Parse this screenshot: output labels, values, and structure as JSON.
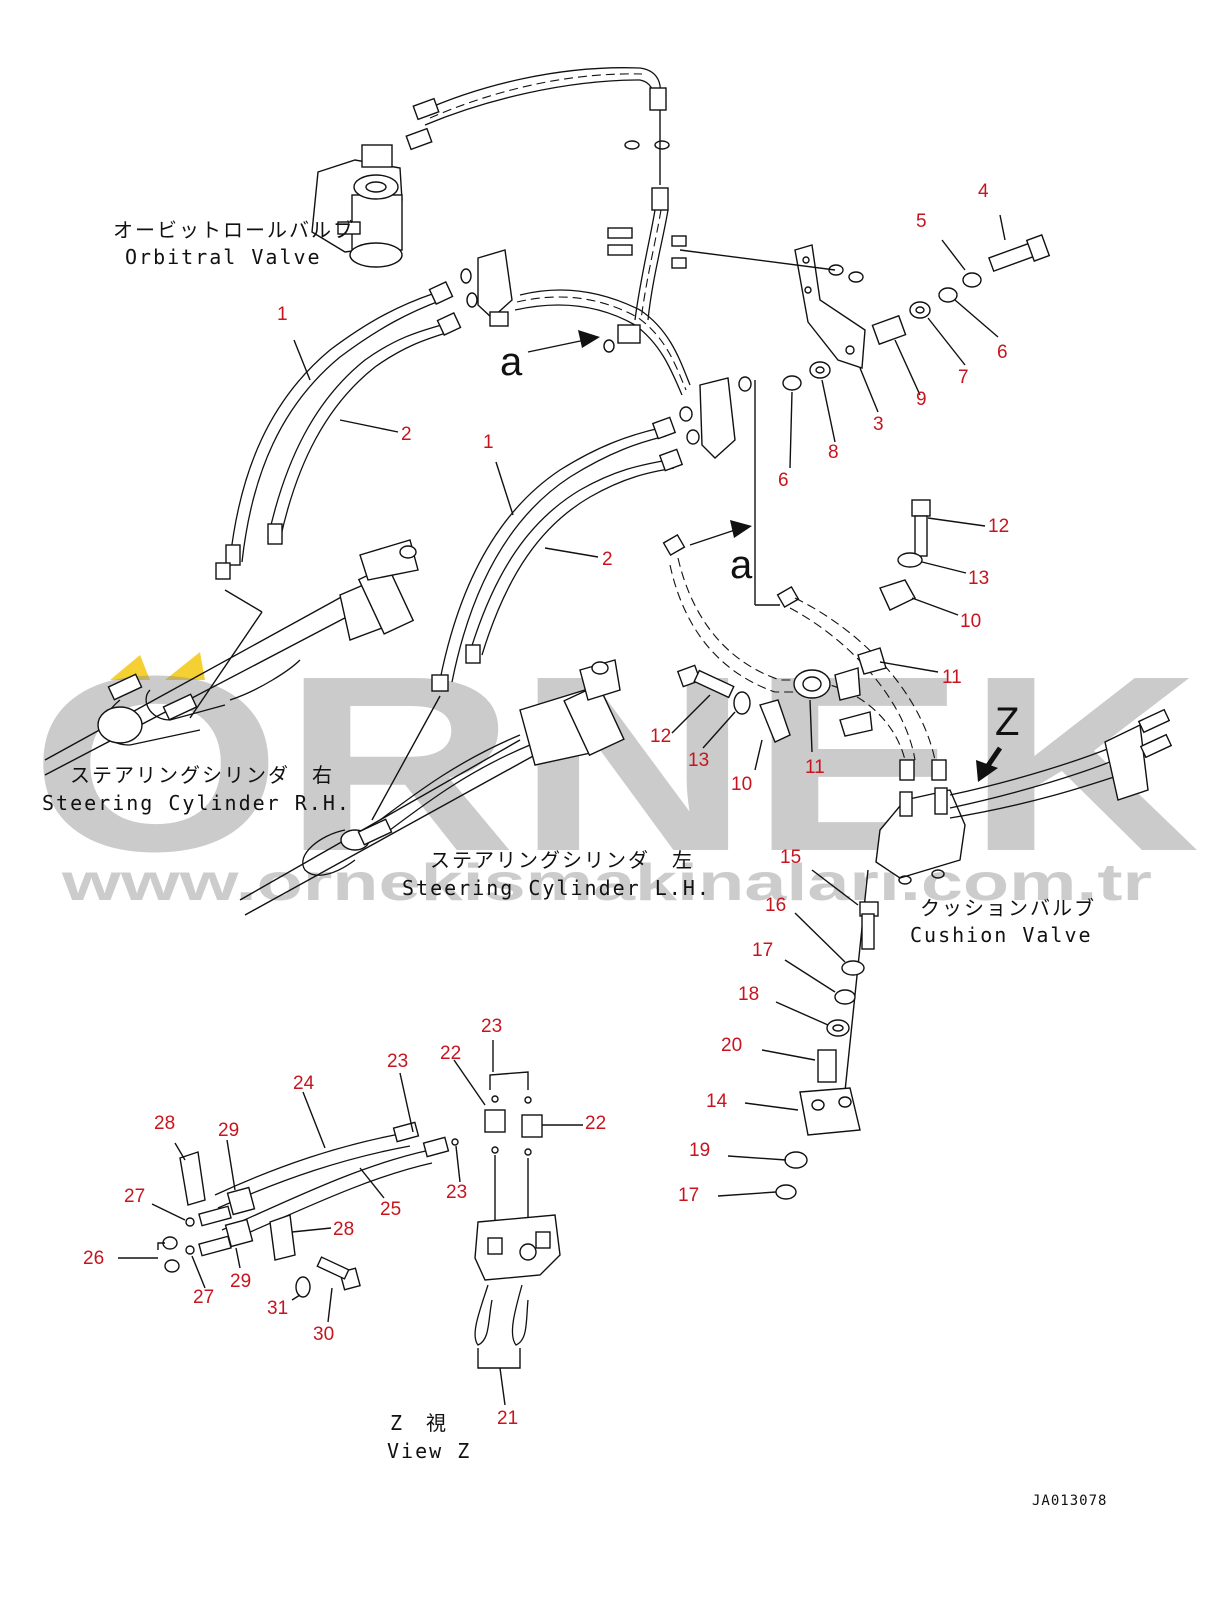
{
  "labels": {
    "orbitral_jp": "オービットロールバルブ",
    "orbitral_en": "Orbitral Valve",
    "cyl_rh_jp": "ステアリングシリンダ　右",
    "cyl_rh_en": "Steering Cylinder R.H.",
    "cyl_lh_jp": "ステアリングシリンダ　左",
    "cyl_lh_en": "Steering Cylinder L.H.",
    "cushion_jp": "クッションバルブ",
    "cushion_en": "Cushion Valve",
    "view_jp": "Z　視",
    "view_en": "View Z",
    "view_arrow_letter": "Z",
    "ref_a_top": "a",
    "ref_a_mid": "a",
    "drawing_code": "JA013078"
  },
  "watermark": {
    "brand": "ORNEK",
    "url": "www.ornekismakinalari.com.tr",
    "color": "#8e8e8e",
    "accent": "#f2c400"
  },
  "callouts": [
    {
      "id": "c-1a",
      "text": "1"
    },
    {
      "id": "c-2a",
      "text": "2"
    },
    {
      "id": "c-1b",
      "text": "1"
    },
    {
      "id": "c-2b",
      "text": "2"
    },
    {
      "id": "c-3",
      "text": "3"
    },
    {
      "id": "c-4",
      "text": "4"
    },
    {
      "id": "c-5",
      "text": "5"
    },
    {
      "id": "c-6a",
      "text": "6"
    },
    {
      "id": "c-6b",
      "text": "6"
    },
    {
      "id": "c-7",
      "text": "7"
    },
    {
      "id": "c-8",
      "text": "8"
    },
    {
      "id": "c-9",
      "text": "9"
    },
    {
      "id": "c-10a",
      "text": "10"
    },
    {
      "id": "c-10b",
      "text": "10"
    },
    {
      "id": "c-11a",
      "text": "11"
    },
    {
      "id": "c-11b",
      "text": "11"
    },
    {
      "id": "c-12a",
      "text": "12"
    },
    {
      "id": "c-12b",
      "text": "12"
    },
    {
      "id": "c-13a",
      "text": "13"
    },
    {
      "id": "c-13b",
      "text": "13"
    },
    {
      "id": "c-14",
      "text": "14"
    },
    {
      "id": "c-15",
      "text": "15"
    },
    {
      "id": "c-16",
      "text": "16"
    },
    {
      "id": "c-17a",
      "text": "17"
    },
    {
      "id": "c-17b",
      "text": "17"
    },
    {
      "id": "c-18",
      "text": "18"
    },
    {
      "id": "c-19",
      "text": "19"
    },
    {
      "id": "c-20",
      "text": "20"
    },
    {
      "id": "c-21",
      "text": "21"
    },
    {
      "id": "c-22a",
      "text": "22"
    },
    {
      "id": "c-22b",
      "text": "22"
    },
    {
      "id": "c-23a",
      "text": "23"
    },
    {
      "id": "c-23b",
      "text": "23"
    },
    {
      "id": "c-23c",
      "text": "23"
    },
    {
      "id": "c-24",
      "text": "24"
    },
    {
      "id": "c-25",
      "text": "25"
    },
    {
      "id": "c-26",
      "text": "26"
    },
    {
      "id": "c-27a",
      "text": "27"
    },
    {
      "id": "c-27b",
      "text": "27"
    },
    {
      "id": "c-28a",
      "text": "28"
    },
    {
      "id": "c-28b",
      "text": "28"
    },
    {
      "id": "c-29a",
      "text": "29"
    },
    {
      "id": "c-29b",
      "text": "29"
    },
    {
      "id": "c-30",
      "text": "30"
    },
    {
      "id": "c-31",
      "text": "31"
    }
  ]
}
